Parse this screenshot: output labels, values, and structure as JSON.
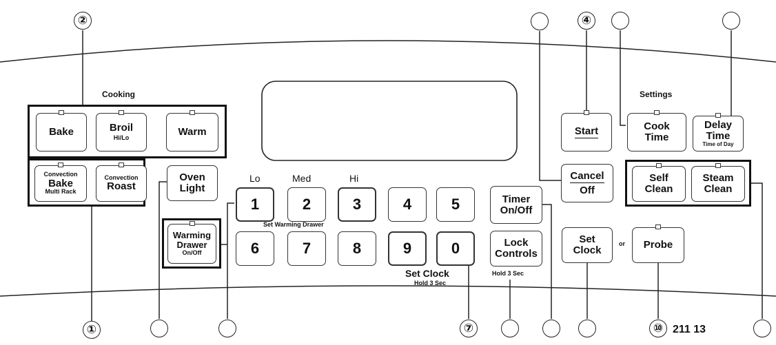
{
  "labels": {
    "cooking": "Cooking",
    "settings": "Settings",
    "lo": "Lo",
    "med": "Med",
    "hi": "Hi",
    "set_warming_drawer": "Set Warming Drawer",
    "set_clock": "Set Clock",
    "set_clock_hold": "Hold 3 Sec",
    "lock_hold": "Hold 3 Sec",
    "or": "or",
    "figure_code": "211 13"
  },
  "buttons": {
    "bake": {
      "main": "Bake"
    },
    "broil": {
      "main": "Broil",
      "sub": "Hi/Lo"
    },
    "warm": {
      "main": "Warm"
    },
    "convection_bake": {
      "top": "Convection",
      "main": "Bake",
      "sub": "Multi Rack"
    },
    "convection_roast": {
      "top": "Convection",
      "main": "Roast"
    },
    "oven_light": {
      "line1": "Oven",
      "line2": "Light"
    },
    "warming_drawer": {
      "line1": "Warming",
      "line2": "Drawer",
      "sub": "On/Off"
    },
    "num_1": "1",
    "num_2": "2",
    "num_3": "3",
    "num_4": "4",
    "num_5": "5",
    "num_6": "6",
    "num_7": "7",
    "num_8": "8",
    "num_9": "9",
    "num_0": "0",
    "timer": {
      "line1": "Timer",
      "line2": "On/Off"
    },
    "lock": {
      "line1": "Lock",
      "line2": "Controls"
    },
    "cancel": {
      "line1": "Cancel",
      "line2": "Off"
    },
    "start": {
      "main": "Start"
    },
    "cook_time": {
      "line1": "Cook",
      "line2": "Time"
    },
    "delay_time": {
      "line1": "Delay",
      "line2": "Time",
      "sub": "Time of Day"
    },
    "self_clean": {
      "line1": "Self",
      "line2": "Clean"
    },
    "steam_clean": {
      "line1": "Steam",
      "line2": "Clean"
    },
    "set_clock": {
      "line1": "Set",
      "line2": "Clock"
    },
    "probe": {
      "main": "Probe"
    }
  },
  "callouts": {
    "c1": "①",
    "c2": "②",
    "c4": "④",
    "c7": "⑦",
    "c10": "⑩"
  }
}
